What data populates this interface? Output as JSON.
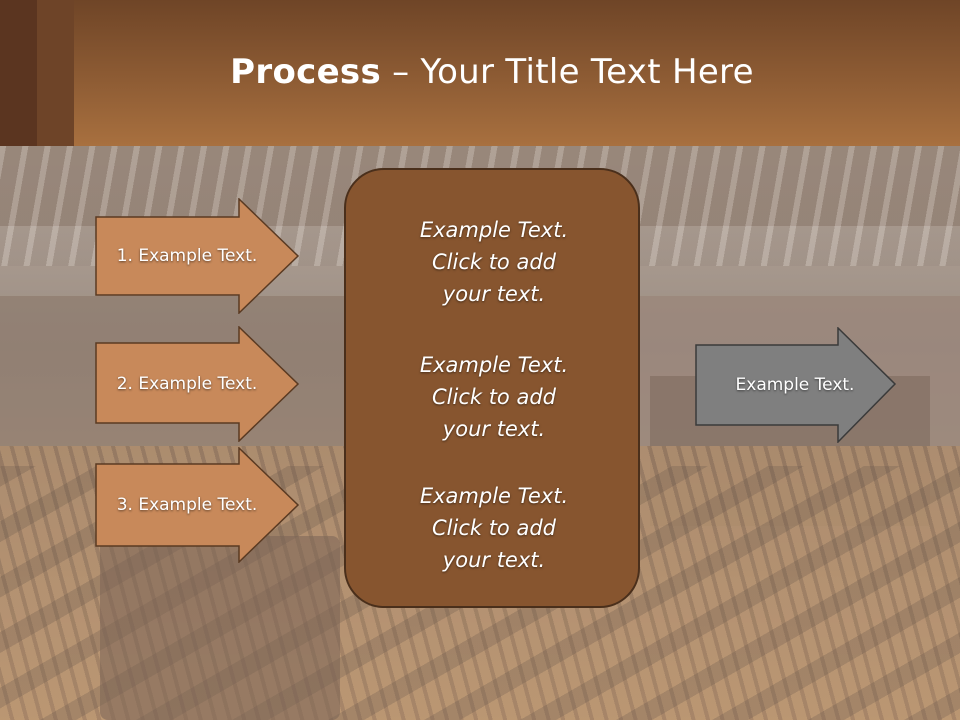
{
  "slide": {
    "title_bold": "Process",
    "title_dash": " – ",
    "title_rest": "Your Title Text Here"
  },
  "left_arrows": [
    {
      "label": "1. Example Text."
    },
    {
      "label": "2. Example Text."
    },
    {
      "label": "3. Example Text."
    }
  ],
  "center_box": {
    "items": [
      {
        "line1": "Example Text.",
        "line2": "Click  to add",
        "line3": "your text."
      },
      {
        "line1": "Example Text.",
        "line2": "Click  to add",
        "line3": "your text."
      },
      {
        "line1": "Example Text.",
        "line2": "Click  to add",
        "line3": "your text."
      }
    ]
  },
  "right_arrow": {
    "label": "Example Text."
  },
  "colors": {
    "header": "#8e5c34",
    "left_arrow_fill": "#c8895a",
    "left_arrow_stroke": "#5a3a22",
    "center_fill": "#87552f",
    "right_arrow_fill": "#7f7f7f",
    "right_arrow_stroke": "#3a3a3a"
  }
}
